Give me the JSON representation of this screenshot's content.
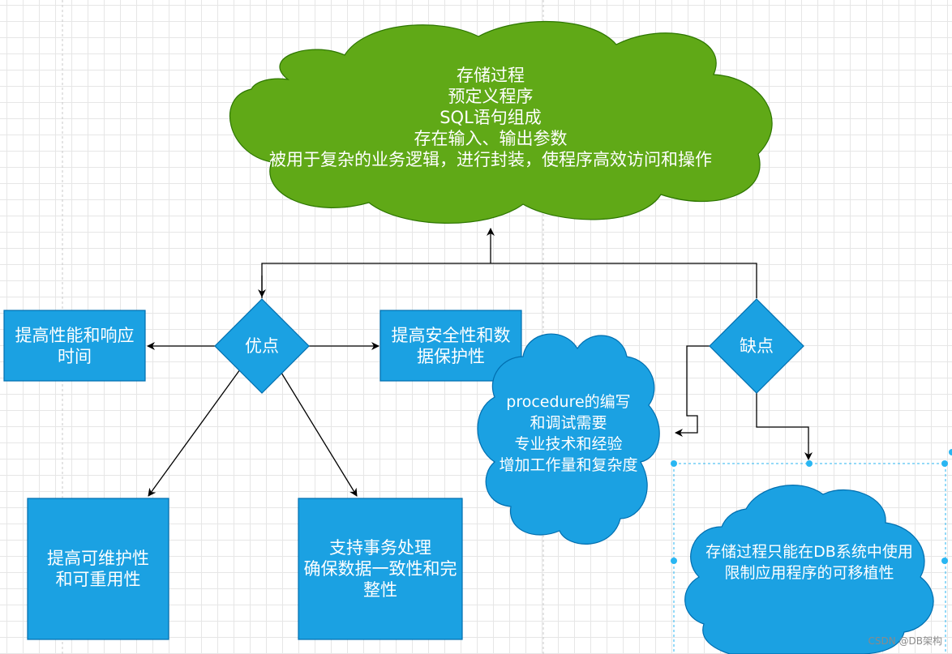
{
  "colors": {
    "cloud_green": "#60a917",
    "cloud_green_stroke": "#2d7600",
    "shape_blue": "#1ba1e2",
    "shape_blue_stroke": "#006eaf",
    "selection": "#29b6f2",
    "arrow": "#000000"
  },
  "nodes": {
    "main_cloud": {
      "lines": [
        "存储过程",
        "预定义程序",
        "SQL语句组成",
        "存在输入、输出参数",
        "被用于复杂的业务逻辑，进行封装，使程序高效访问和操作"
      ]
    },
    "advantages": {
      "label": "优点"
    },
    "disadvantages": {
      "label": "缺点"
    },
    "perf_box": {
      "label": "提高性能和响应\n时间"
    },
    "security_box": {
      "label": "提高安全性和数\n据保护性"
    },
    "maintain_box": {
      "label": "提高可维护性\n和可重用性"
    },
    "transaction_box": {
      "label": "支持事务处理\n确保数据一致性和完\n整性"
    },
    "complexity_cloud": {
      "label": "procedure的编写\n和调试需要\n专业技术和经验\n增加工作量和复杂度"
    },
    "portability_cloud": {
      "label": "存储过程只能在DB系统中使用\n限制应用程序的可移植性"
    }
  },
  "watermark": "CSDN @DB架构"
}
